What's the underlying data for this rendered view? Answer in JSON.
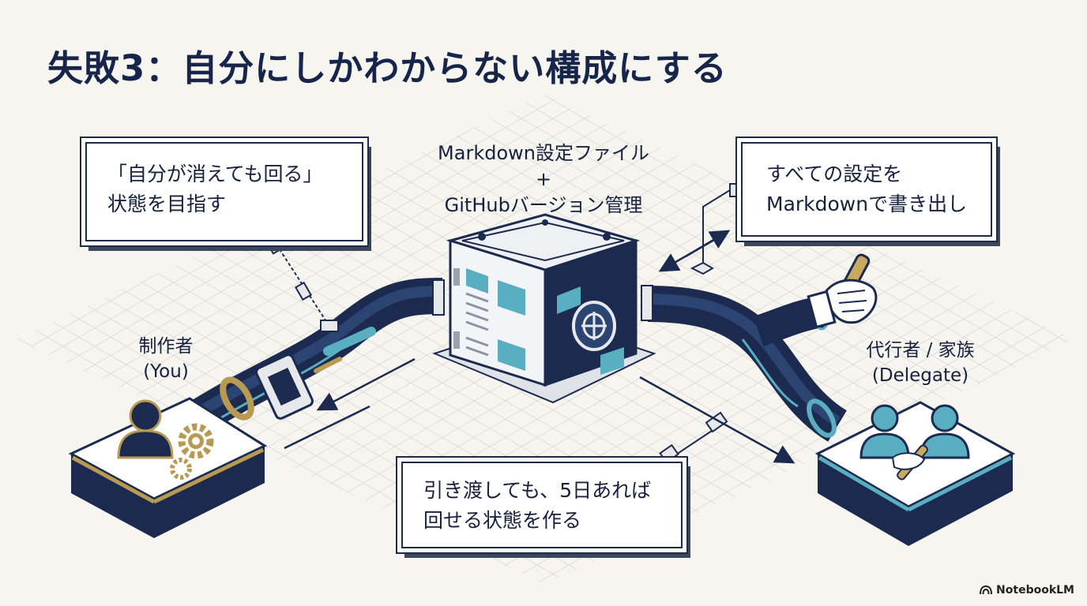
{
  "title": "失敗3：自分にしかわからない構成にする",
  "center_label": {
    "line1": "Markdown設定ファイル",
    "line2": "+",
    "line3": "GitHubバージョン管理"
  },
  "callouts": {
    "left": {
      "line1": "「自分が消えても回る」",
      "line2": "状態を目指す"
    },
    "right": {
      "line1": "すべての設定を",
      "line2": "Markdownで書き出し"
    },
    "bottom": {
      "line1": "引き渡しても、5日あれば",
      "line2": "回せる状態を作る"
    }
  },
  "actors": {
    "creator": {
      "line1": "制作者",
      "line2": "(You)"
    },
    "delegate": {
      "line1": "代行者 / 家族",
      "line2": "(Delegate)"
    }
  },
  "brand": "NotebookLM",
  "colors": {
    "navy": "#1b2a4e",
    "teal": "#5aaec1",
    "gold": "#b99a52",
    "grid": "#dcdcd6",
    "background": "#f6f5f0"
  }
}
